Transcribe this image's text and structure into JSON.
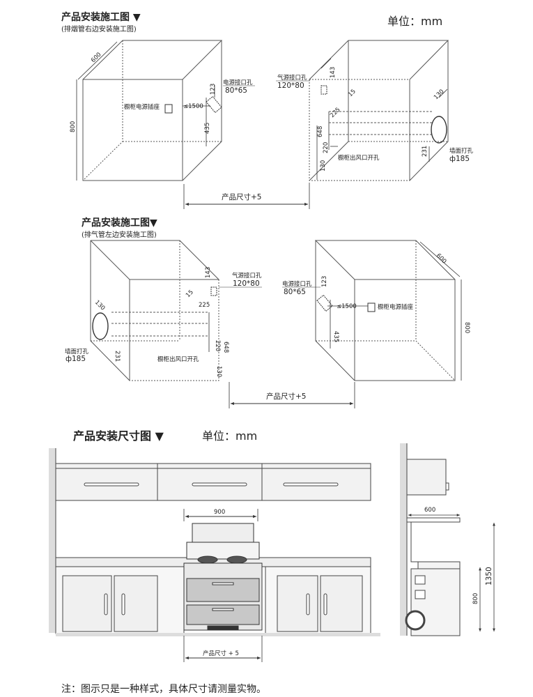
{
  "header1": {
    "title": "产品安装施工图 ▼",
    "subtitle": "(排烟管右边安装施工图)",
    "unit": "单位：mm"
  },
  "header2": {
    "title": "产品安装施工图▼",
    "subtitle": "(排气管左边安装施工图)"
  },
  "header3": {
    "title": "产品安装尺寸图 ▼",
    "unit": "单位：mm"
  },
  "dims": {
    "d600": "600",
    "d800": "800",
    "d123": "123",
    "d1500": "≤1500",
    "d435": "435",
    "d143": "143",
    "d15": "15",
    "d225": "225",
    "d648": "648",
    "d220": "220",
    "d130": "130",
    "d231": "231",
    "d900": "900",
    "d1350": "1350",
    "power_hole": "电源接口孔",
    "power_hole_size": "80*65",
    "gas_hole": "气源接口孔",
    "gas_hole_size": "120*80",
    "socket": "橱柜电源插座",
    "vent": "橱柜出风口开孔",
    "wall_hole": "墙面打孔",
    "wall_hole_size": "ф185",
    "product_size": "产品尺寸+5",
    "product_size2": "产品尺寸 + 5"
  },
  "note": "注：图示只是一种样式，具体尺寸请测量实物。"
}
